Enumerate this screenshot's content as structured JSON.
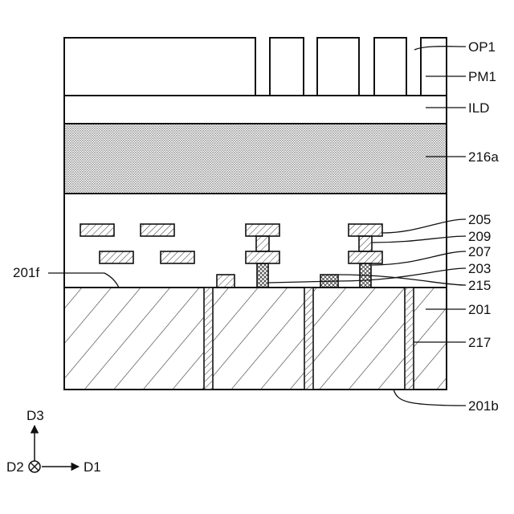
{
  "labels": {
    "op1": "OP1",
    "pm1": "PM1",
    "ild": "ILD",
    "layer216a": "216a",
    "l205": "205",
    "l209": "209",
    "l207": "207",
    "l203": "203",
    "l215": "215",
    "l201": "201",
    "l217": "217",
    "l201f": "201f",
    "l201b": "201b"
  },
  "axes": {
    "d3": "D3",
    "d2": "D2",
    "d1": "D1"
  }
}
